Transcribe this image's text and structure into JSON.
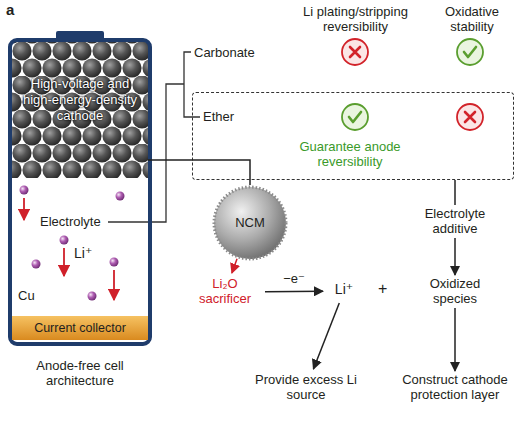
{
  "diagram": {
    "nodes": [
      {
        "text": [
          "Electrolyte",
          "Li⁺",
          "Cu",
          "Anode-free cell architecture"
        ]
      },
      {
        "text": [
          "High-voltage and high-energy-density cathode"
        ],
        "in": 0
      },
      {
        "text": [
          "Current collector"
        ],
        "in": 0
      },
      {
        "text": [
          "Ether",
          "Guarantee anode reversibility"
        ]
      },
      {
        "text": [
          "NCM"
        ]
      },
      {
        "text": [
          "Li₂O sacrificer"
        ]
      },
      {
        "text": [
          "Li⁺"
        ]
      },
      {
        "text": [
          "Electrolyte additive"
        ]
      },
      {
        "text": [
          "Oxidized species"
        ]
      },
      {
        "text": [
          "Provide excess Li source"
        ]
      },
      {
        "text": [
          "Construct cathode protection layer"
        ]
      }
    ],
    "edges": [
      {
        "from": 1,
        "to": 4,
        "arrow": "none"
      },
      {
        "from": 4,
        "to": 5,
        "arrow": "to"
      },
      {
        "from": 5,
        "to": 6,
        "label": "−e⁻",
        "arrow": "to"
      },
      {
        "from": 3,
        "to": 7,
        "arrow": "none"
      },
      {
        "from": 7,
        "to": 8,
        "arrow": "to"
      },
      {
        "from": 6,
        "to": 9,
        "arrow": "to"
      },
      {
        "from": 8,
        "to": 10,
        "arrow": "to"
      }
    ],
    "labels": [
      "a",
      "Li plating/stripping reversibility",
      "Oxidative stability",
      "Carbonate",
      "+"
    ]
  }
}
